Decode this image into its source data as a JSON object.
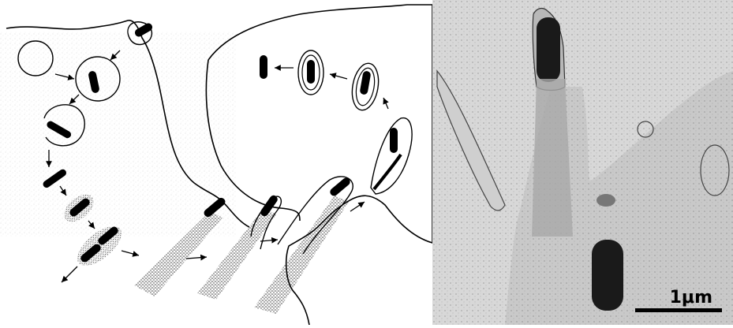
{
  "figure": {
    "left_panel": "schematic",
    "right_panel": "electron-micrograph",
    "scale_bar_label": "1μm"
  },
  "colors": {
    "ink": "#000000",
    "paper": "#ffffff",
    "micrograph_bg": "#d8d8d8",
    "micrograph_cell": "#c9c9c9",
    "micrograph_dark": "#1a1a1a"
  }
}
